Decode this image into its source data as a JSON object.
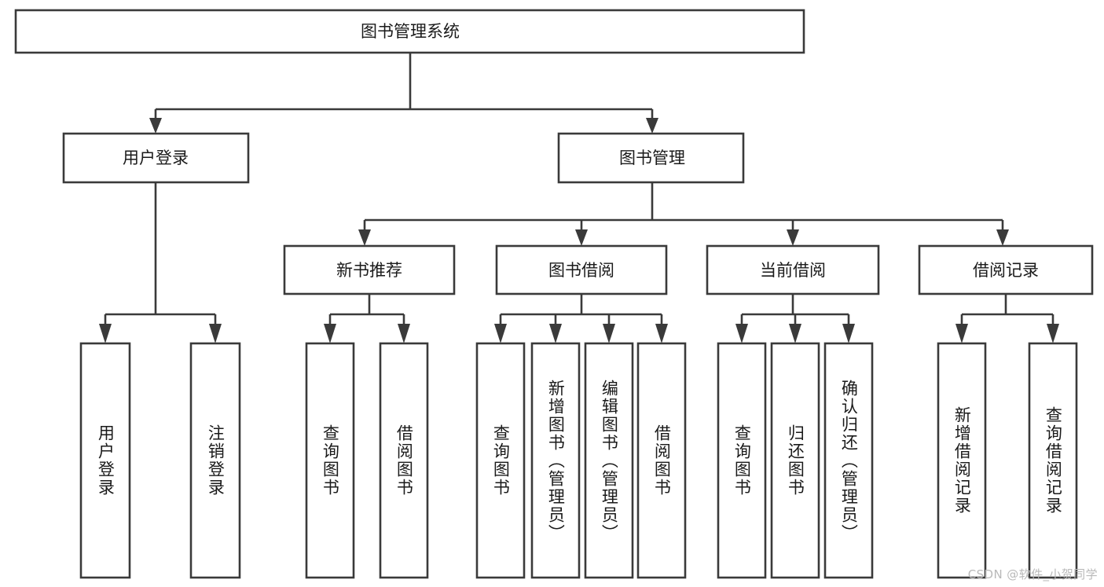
{
  "diagram": {
    "title": "图书管理系统",
    "type": "tree-hierarchy",
    "watermark": "CSDN @软件_小贺同学",
    "accent_color": "#3a3a3a",
    "background_color": "#ffffff",
    "root": {
      "label": "图书管理系统"
    },
    "level2": [
      {
        "label": "用户登录"
      },
      {
        "label": "图书管理"
      }
    ],
    "level3": [
      {
        "label": "新书推荐"
      },
      {
        "label": "图书借阅"
      },
      {
        "label": "当前借阅"
      },
      {
        "label": "借阅记录"
      }
    ],
    "leaves": {
      "user_login": [
        {
          "label": "用户登录"
        },
        {
          "label": "注销登录"
        }
      ],
      "new_book_recommend": [
        {
          "label": "查询图书"
        },
        {
          "label": "借阅图书"
        }
      ],
      "book_borrow": [
        {
          "label": "查询图书"
        },
        {
          "label": "新增图书（管理员）"
        },
        {
          "label": "编辑图书（管理员）"
        },
        {
          "label": "借阅图书"
        }
      ],
      "current_borrow": [
        {
          "label": "查询图书"
        },
        {
          "label": "归还图书"
        },
        {
          "label": "确认归还（管理员）"
        }
      ],
      "borrow_records": [
        {
          "label": "新增借阅记录"
        },
        {
          "label": "查询借阅记录"
        }
      ]
    }
  }
}
